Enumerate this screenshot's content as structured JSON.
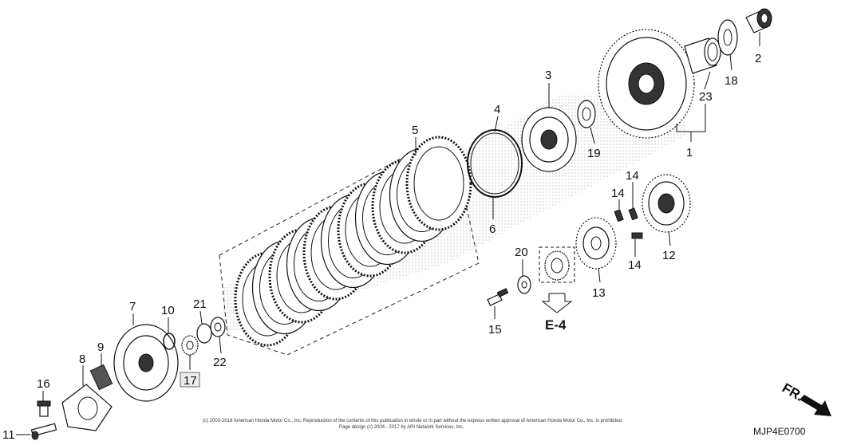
{
  "callouts": {
    "c1": "1",
    "c2": "2",
    "c3": "3",
    "c4": "4",
    "c5": "5",
    "c6": "6",
    "c7": "7",
    "c8": "8",
    "c9": "9",
    "c10": "10",
    "c11": "11",
    "c12": "12",
    "c13": "13",
    "c14a": "14",
    "c14b": "14",
    "c14c": "14",
    "c15": "15",
    "c16": "16",
    "c17": "17",
    "c18": "18",
    "c19": "19",
    "c20": "20",
    "c21": "21",
    "c22": "22",
    "c23": "23"
  },
  "ref_arrow_label": "E-4",
  "front_marker": "FR.",
  "diagram_code": "MJP4E0700",
  "copyright_line1": "(c) 2003-2018 American Honda Motor Co., Inc. Reproduction of the contents of this publication in whole or in part without the express written approval of American Honda Motor Co., Inc. is prohibited.",
  "copyright_line2": "Page design (c) 2004 - 2017 by ARI Network Services, Inc."
}
